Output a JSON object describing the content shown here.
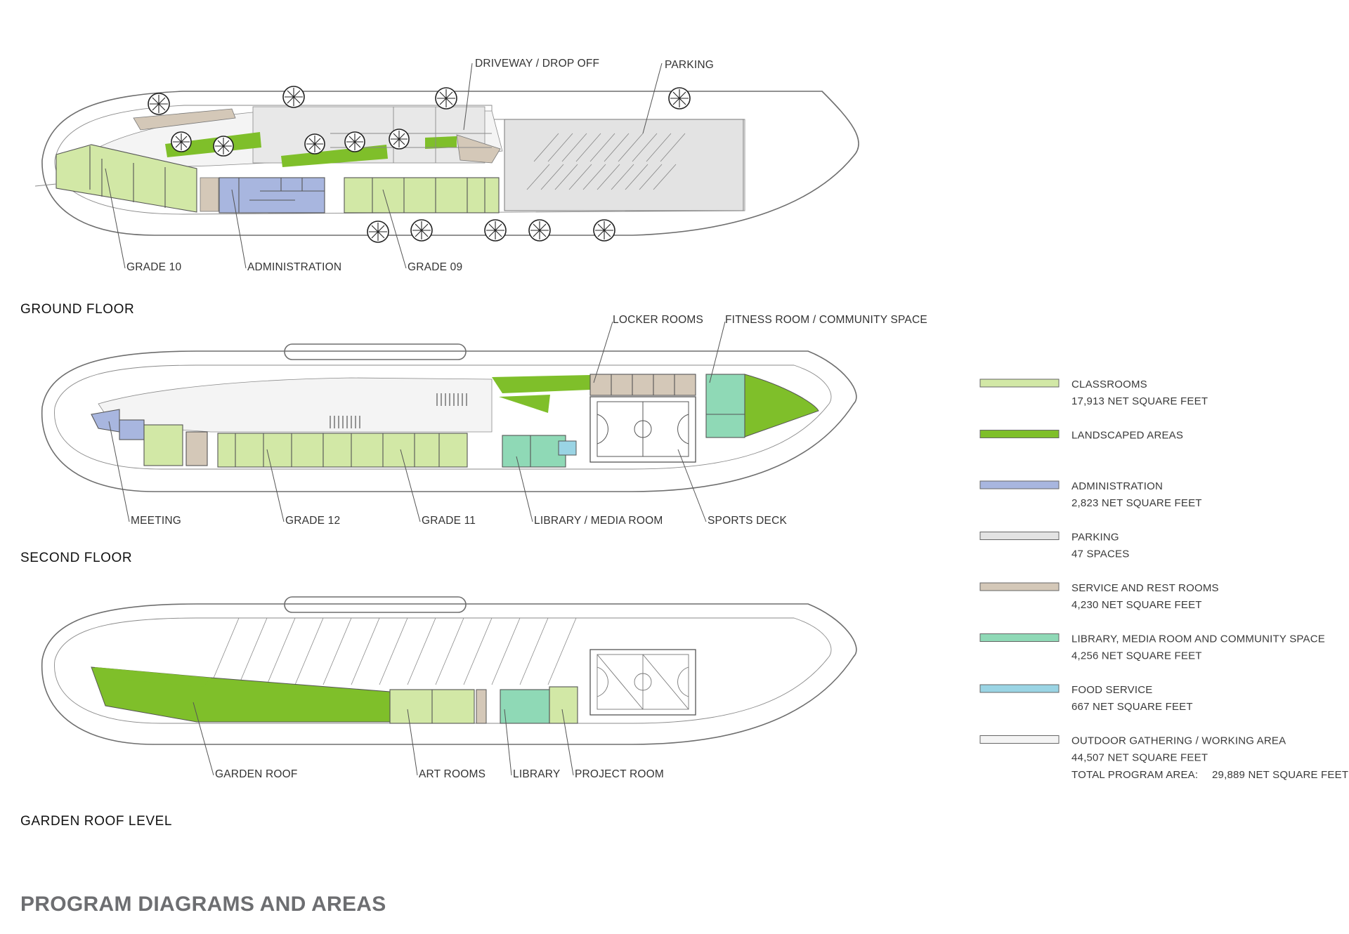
{
  "colors": {
    "classrooms": "#d2e8a6",
    "landscaped": "#7fbf2a",
    "administration": "#a8b6df",
    "parking": "#e3e3e3",
    "service": "#d4c8b8",
    "library": "#8fd9b6",
    "food": "#9ad4e4",
    "outdoor": "#f4f4f4",
    "title_gray": "#6d6e71"
  },
  "floors": {
    "ground": {
      "title": "GROUND FLOOR",
      "labels": {
        "driveway": "DRIVEWAY / DROP OFF",
        "parking": "PARKING",
        "grade10": "GRADE 10",
        "administration": "ADMINISTRATION",
        "grade09": "GRADE 09"
      }
    },
    "second": {
      "title": "SECOND FLOOR",
      "labels": {
        "locker": "LOCKER ROOMS",
        "fitness": "FITNESS ROOM / COMMUNITY SPACE",
        "meeting": "MEETING",
        "grade12": "GRADE 12",
        "grade11": "GRADE 11",
        "library_media": "LIBRARY / MEDIA ROOM",
        "sports": "SPORTS DECK"
      }
    },
    "roof": {
      "title": "GARDEN ROOF LEVEL",
      "labels": {
        "garden": "GARDEN ROOF",
        "art": "ART ROOMS",
        "library": "LIBRARY",
        "project": "PROJECT ROOM"
      }
    }
  },
  "legend": [
    {
      "name": "CLASSROOMS",
      "area": "17,913 NET SQUARE FEET",
      "swatch": "classrooms"
    },
    {
      "name": "LANDSCAPED AREAS",
      "area": "",
      "swatch": "landscaped"
    },
    {
      "name": "ADMINISTRATION",
      "area": "2,823 NET SQUARE FEET",
      "swatch": "administration"
    },
    {
      "name": "PARKING",
      "area": "47 SPACES",
      "swatch": "parking"
    },
    {
      "name": "SERVICE AND REST ROOMS",
      "area": "4,230 NET SQUARE FEET",
      "swatch": "service"
    },
    {
      "name": "LIBRARY, MEDIA ROOM AND COMMUNITY SPACE",
      "area": "4,256 NET SQUARE FEET",
      "swatch": "library"
    },
    {
      "name": "FOOD SERVICE",
      "area": "667 NET SQUARE FEET",
      "swatch": "food"
    },
    {
      "name": "OUTDOOR GATHERING / WORKING AREA",
      "area": "44,507 NET SQUARE FEET",
      "swatch": "outdoor"
    }
  ],
  "total": {
    "label": "TOTAL PROGRAM AREA:",
    "value": "29,889 NET SQUARE FEET"
  },
  "sheet_title": "PROGRAM DIAGRAMS AND AREAS"
}
